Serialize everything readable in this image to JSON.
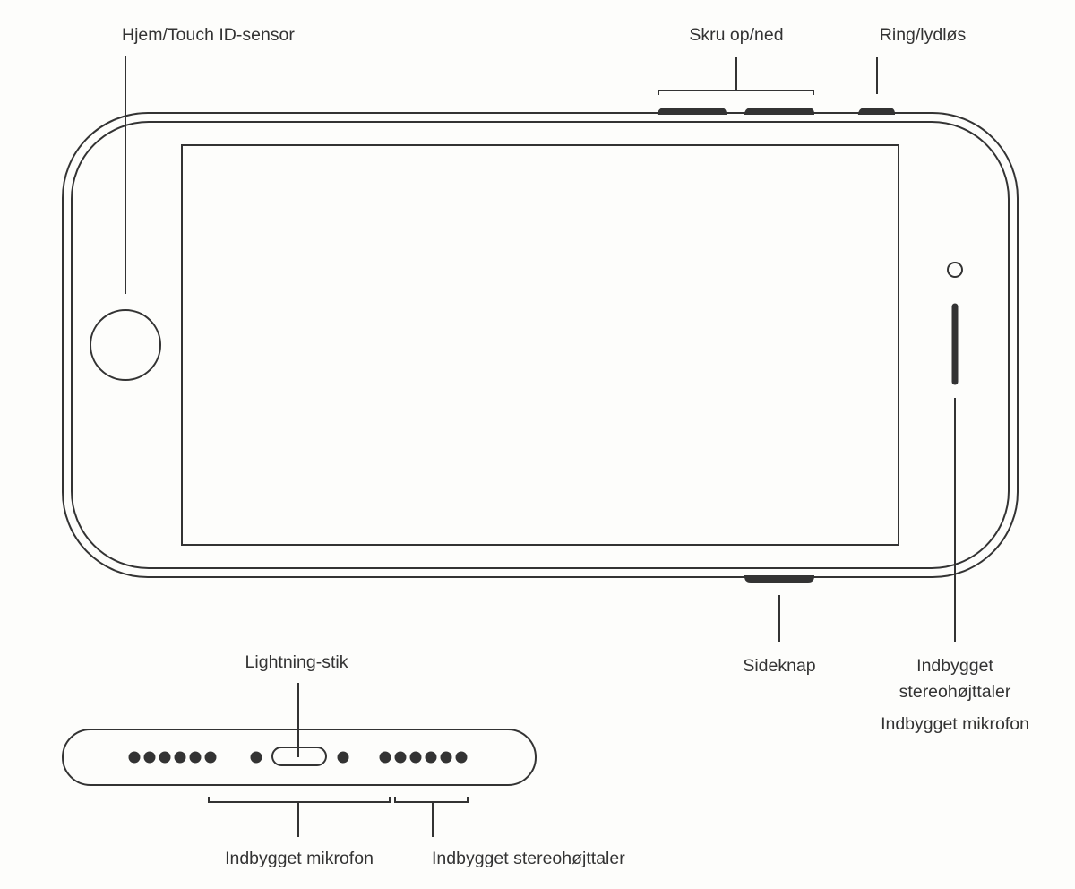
{
  "labels": {
    "home_button": "Hjem/Touch ID-sensor",
    "volume": "Skru op/ned",
    "ring_silent": "Ring/lydløs",
    "side_button": "Sideknap",
    "speaker_top_line1": "Indbygget",
    "speaker_top_line2": "stereohøjttaler",
    "microphone_top": "Indbygget mikrofon",
    "lightning": "Lightning-stik",
    "microphone_bottom": "Indbygget mikrofon",
    "speaker_bottom": "Indbygget stereohøjttaler"
  },
  "colors": {
    "line": "#333333",
    "background": "#fdfdfb"
  }
}
